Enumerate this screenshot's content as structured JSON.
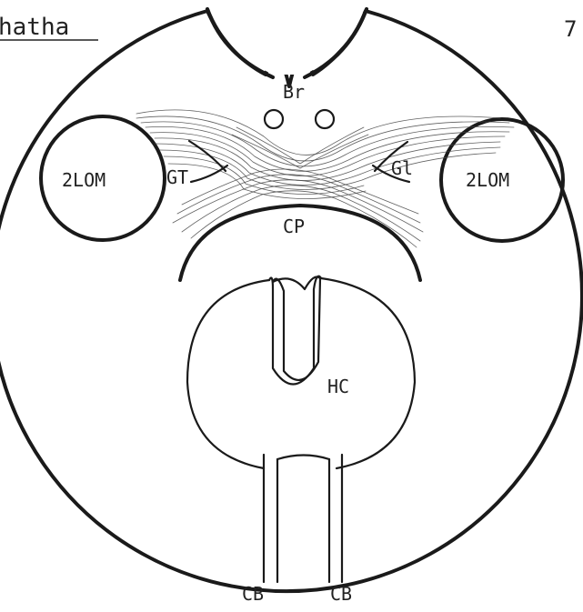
{
  "header": {
    "partial_title": "hatha",
    "page_mark": "7"
  },
  "labels": {
    "br": "Br",
    "gt": "GT",
    "gl": "Gl",
    "lom_left": "2LOM",
    "lom_right": "2LOM",
    "cp": "CP",
    "hc": "HC",
    "cb_left": "CB",
    "cb_right": "CB"
  }
}
